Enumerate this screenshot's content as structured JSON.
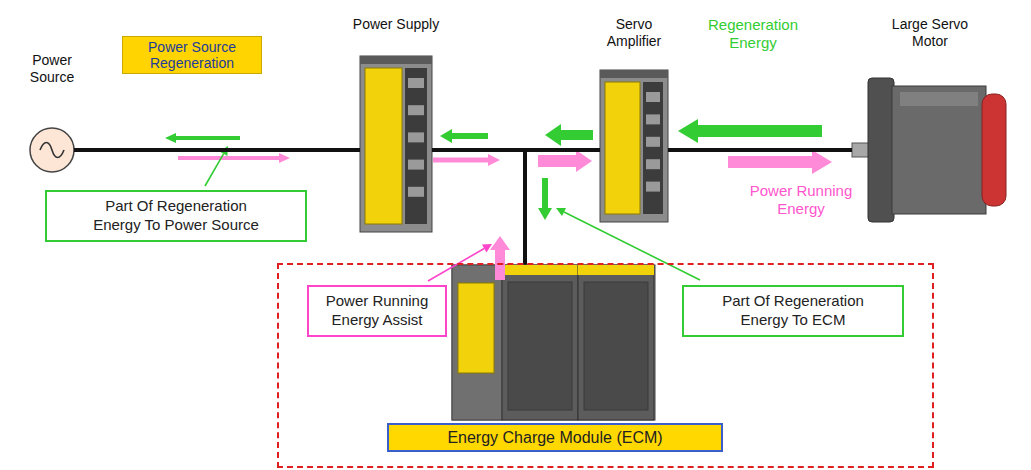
{
  "diagram": {
    "nodes": [
      {
        "text": [
          "Power Source"
        ]
      },
      {
        "text": [
          "Power Source Regeneration"
        ]
      },
      {
        "text": [
          "Power Supply"
        ]
      },
      {
        "text": [
          "Servo Amplifier"
        ]
      },
      {
        "text": [
          "Large Servo Motor"
        ]
      },
      {
        "text": [
          "Part Of Regeneration Energy To Power Source"
        ]
      },
      {
        "text": [
          "Energy Charge Module (ECM)"
        ]
      },
      {
        "text": [
          "Power Running Energy Assist"
        ],
        "in": 6
      },
      {
        "text": [
          "Part Of Regeneration Energy To ECM"
        ],
        "in": 6
      }
    ],
    "edges": [
      {
        "from": 0,
        "to": 2,
        "arrow": "none"
      },
      {
        "from": 2,
        "to": 3,
        "arrow": "none"
      },
      {
        "from": 3,
        "to": 4,
        "arrow": "none"
      }
    ],
    "labels": [
      "Regeneration Energy",
      "Power Running Energy"
    ]
  }
}
